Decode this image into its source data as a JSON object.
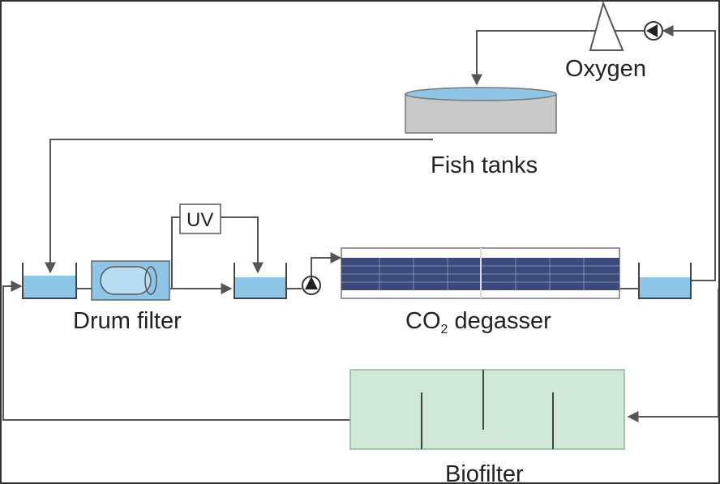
{
  "labels": {
    "oxygen": "Oxygen",
    "fish_tanks": "Fish tanks",
    "uv": "UV",
    "drum_filter": "Drum filter",
    "co2_main": "CO",
    "co2_sub": "2",
    "co2_rest": " degasser",
    "biofilter": "Biofilter"
  },
  "colors": {
    "water": "#8ec6e8",
    "water_light": "#b8dcf2",
    "tank_grey": "#c9c9c9",
    "biofilter": "#cfe8d7",
    "degasser_media": "#3b4a7a",
    "pipe": "#555555"
  },
  "icons": [
    "pump-icon",
    "oxygen-cone-icon"
  ]
}
